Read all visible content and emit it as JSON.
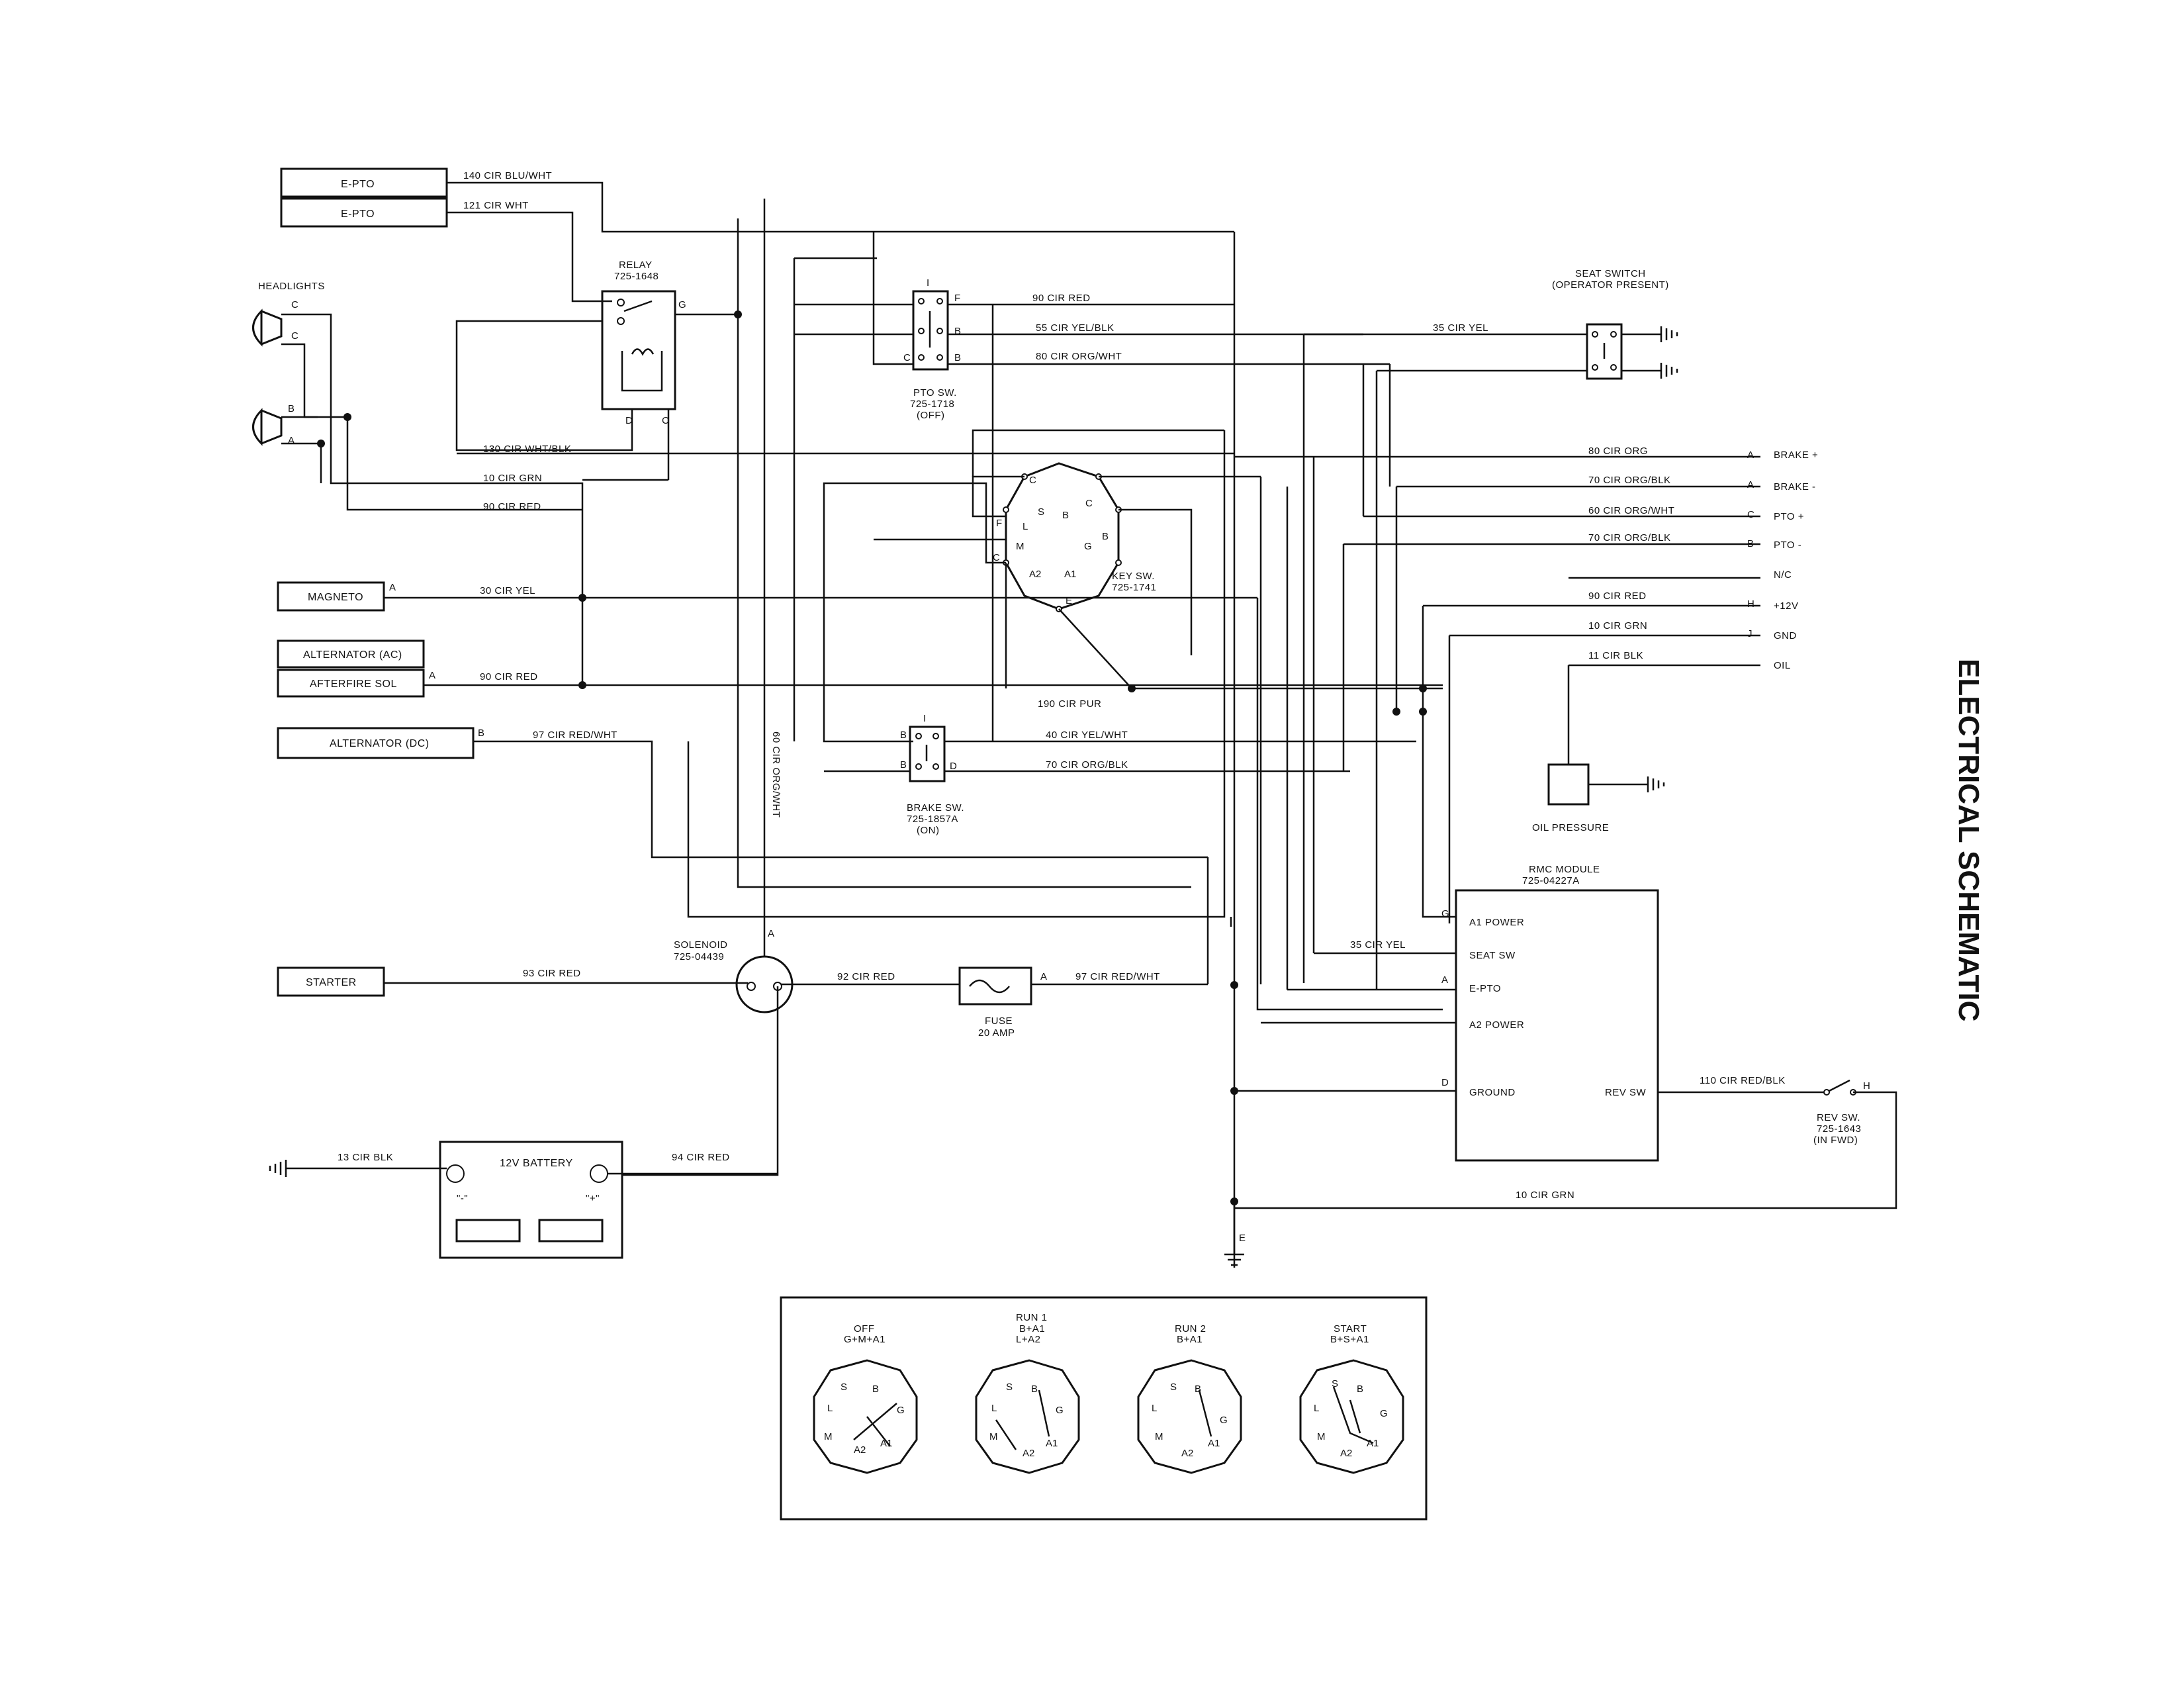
{
  "title": "ELECTRICAL SCHEMATIC",
  "components": {
    "epto1": "E-PTO",
    "epto2": "E-PTO",
    "headlights": "HEADLIGHTS",
    "relay": "RELAY",
    "relay_pn": "725-1648",
    "magneto": "MAGNETO",
    "alternator_ac": "ALTERNATOR (AC)",
    "afterfire_sol": "AFTERFIRE SOL",
    "alternator_dc": "ALTERNATOR (DC)",
    "starter": "STARTER",
    "solenoid": "SOLENOID",
    "solenoid_pn": "725-04439",
    "fuse": "FUSE",
    "fuse_rating": "20 AMP",
    "battery": "12V BATTERY",
    "battery_neg": "\"-\"",
    "battery_pos": "\"+\"",
    "pto_sw": "PTO SW.",
    "pto_sw_pn": "725-1718",
    "pto_sw_state": "(OFF)",
    "brake_sw": "BRAKE SW.",
    "brake_sw_pn": "725-1857A",
    "brake_sw_state": "(ON)",
    "key_sw": "KEY SW.",
    "key_sw_pn": "725-1741",
    "seat_switch": "SEAT SWITCH",
    "seat_switch_desc": "(OPERATOR PRESENT)",
    "oil_pressure": "OIL PRESSURE",
    "rmc_module": "RMC MODULE",
    "rmc_module_pn": "725-04227A",
    "rev_sw": "REV SW.",
    "rev_sw_pn": "725-1643",
    "rev_sw_state": "(IN FWD)"
  },
  "wires": {
    "w140": "140 CIR BLU/WHT",
    "w121": "121 CIR WHT",
    "w90a": "90 CIR RED",
    "w55": "55 CIR YEL/BLK",
    "w80a": "80 CIR ORG/WHT",
    "w130": "130 CIR WHT/BLK",
    "w10a": "10 CIR GRN",
    "w90b": "90 CIR RED",
    "w30": "30 CIR YEL",
    "w90c": "90 CIR RED",
    "w97a": "97 CIR RED/WHT",
    "w60v": "60 CIR ORG/WHT",
    "w190": "190 CIR PUR",
    "w40": "40 CIR YEL/WHT",
    "w70a": "70 CIR ORG/BLK",
    "w93": "93 CIR RED",
    "w92": "92 CIR RED",
    "w97b": "97 CIR RED/WHT",
    "w13": "13 CIR BLK",
    "w94": "94 CIR RED",
    "w35a": "35 CIR YEL",
    "w80b": "80 CIR ORG",
    "w70b": "70 CIR ORG/BLK",
    "w60b": "60 CIR ORG/WHT",
    "w70c": "70 CIR ORG/BLK",
    "w90d": "90 CIR RED",
    "w10b": "10 CIR GRN",
    "w11": "11 CIR BLK",
    "w35b": "35 CIR YEL",
    "w110": "110 CIR RED/BLK",
    "w10c": "10 CIR GRN"
  },
  "connector": {
    "pins": [
      "A",
      "A",
      "C",
      "B",
      "",
      "H",
      "J",
      ""
    ],
    "labels": [
      "BRAKE +",
      "BRAKE -",
      "PTO +",
      "PTO -",
      "N/C",
      "+12V",
      "GND",
      "OIL"
    ]
  },
  "rmc": {
    "a1_power": "A1 POWER",
    "seat_sw": "SEAT SW",
    "e_pto": "E-PTO",
    "a2_power": "A2 POWER",
    "ground": "GROUND",
    "rev_sw": "REV SW"
  },
  "key_positions": [
    {
      "name": "OFF",
      "combo": "G+M+A1",
      "combo2": ""
    },
    {
      "name": "RUN 1",
      "combo": "B+A1",
      "combo2": "L+A2"
    },
    {
      "name": "RUN 2",
      "combo": "B+A1",
      "combo2": ""
    },
    {
      "name": "START",
      "combo": "B+S+A1",
      "combo2": ""
    }
  ],
  "key_terminals": [
    "S",
    "B",
    "L",
    "G",
    "M",
    "A2",
    "A1",
    "C",
    "F",
    "E"
  ],
  "pins": {
    "c": "C",
    "b": "B",
    "a": "A",
    "g": "G",
    "d": "D",
    "f": "F",
    "i": "I",
    "h": "H",
    "e": "E"
  }
}
